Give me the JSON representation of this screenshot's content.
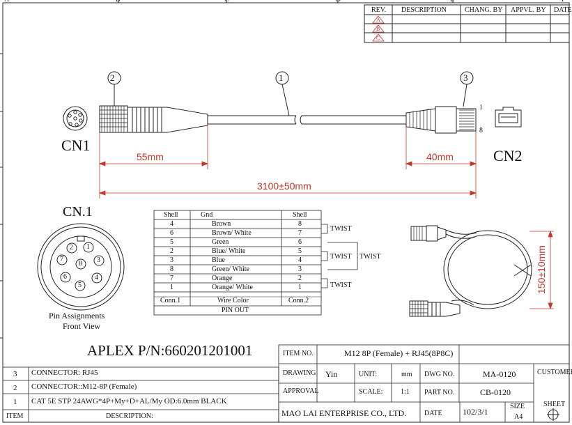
{
  "frame": {
    "top_letters": [
      "A",
      "B",
      "C",
      "D",
      "E",
      "F"
    ]
  },
  "revision_table": {
    "headers": [
      "REV.",
      "DESCRIPTION",
      "CHANG. BY",
      "APPVL. BY",
      "DATE"
    ],
    "rows": [
      "A",
      "B",
      "C"
    ]
  },
  "cable_drawing": {
    "callout_1": "1",
    "callout_2": "2",
    "callout_3": "3",
    "cn1_label": "CN1",
    "cn2_label": "CN2",
    "dim_left": "55mm",
    "dim_right": "40mm",
    "dim_total": "3100±50mm",
    "pin_1": "1",
    "pin_8": "8"
  },
  "pin_view": {
    "title": "CN.1",
    "pins": [
      "1",
      "2",
      "3",
      "4",
      "5",
      "6",
      "7",
      "8"
    ],
    "caption_1": "Pin Assignments",
    "caption_2": "Front View"
  },
  "pinout": {
    "headers": [
      "Shell",
      "Gnd",
      "Shell"
    ],
    "rows": [
      {
        "left": "4",
        "color": "Brown",
        "right": "8"
      },
      {
        "left": "6",
        "color": "Brown/ White",
        "right": "7"
      },
      {
        "left": "5",
        "color": "Green",
        "right": "6"
      },
      {
        "left": "2",
        "color": "Blue/  White",
        "right": "5"
      },
      {
        "left": "3",
        "color": "Blue",
        "right": "4"
      },
      {
        "left": "8",
        "color": "Green/ White",
        "right": "3"
      },
      {
        "left": "7",
        "color": "Orange",
        "right": "2"
      },
      {
        "left": "1",
        "color": "Orange/ White",
        "right": "1"
      }
    ],
    "footer": {
      "left": "Conn.1",
      "middle": "Wire  Color",
      "right": "Conn.2"
    },
    "title": "PIN  OUT",
    "twist": "TWIST"
  },
  "coil": {
    "dimension": "150±10mm"
  },
  "part_number": "APLEX  P/N:660201201001",
  "bom": [
    {
      "item": "3",
      "desc": "CONNECTOR: RJ45"
    },
    {
      "item": "2",
      "desc": "CONNECTOR::M12-8P  (Female)"
    },
    {
      "item": "1",
      "desc": "CAT  5E  STP  24AWG*4P+My+D+AL/My    OD:6.0mm   BLACK"
    }
  ],
  "bom_footer": {
    "item": "ITEM",
    "desc": "DESCRIPTION:"
  },
  "title_block": {
    "item_no_label": "ITEM NO.",
    "item_no": "M12  8P  (Female) + RJ45(8P8C)",
    "drawing_label": "DRAWING",
    "drawing": "Yin",
    "unit_label": "UNIT:",
    "unit": "mm",
    "dwg_label": "DWG NO.",
    "dwg": "MA-0120",
    "customer_label": "CUSTOMER",
    "approval_label": "APPROVAL",
    "scale_label": "SCALE:",
    "scale": "1:1",
    "part_label": "PART NO.",
    "part": "CB-0120",
    "company": "MAO LAI ENTERPRISE CO., LTD.",
    "date_label": "DATE",
    "date": "102/3/1",
    "size_label": "SIZE",
    "size": "A4",
    "sheet_label": "SHEET"
  }
}
